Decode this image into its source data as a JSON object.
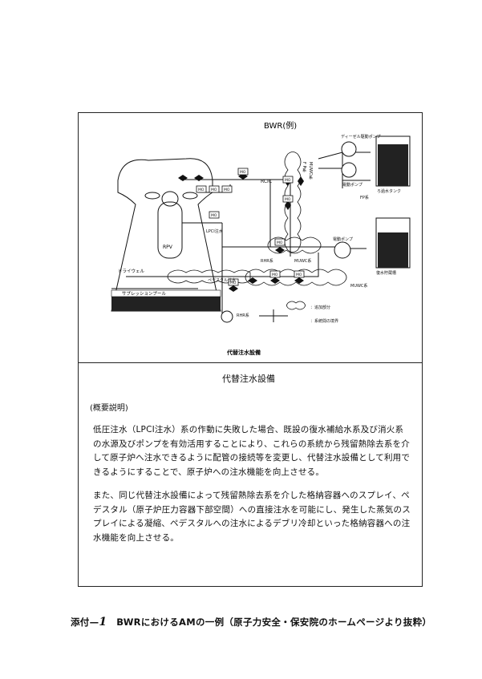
{
  "diagram": {
    "title": "BWR(例)",
    "caption": "代替注水設備",
    "labels": {
      "diesel_pump": "ディーゼル駆動ポンプ",
      "electric_pump_upper": "電動ポンプ",
      "filtered_water_tank": "ろ過水タンク",
      "fp_system": "FP系",
      "rcic": "RCIC",
      "fpc": "F P系",
      "muwc_vertical": "MUWC系",
      "lpci": "LPCI注水",
      "rpv": "RPV",
      "drywell": "ドライウェル",
      "pedestal_injection": "ペデスタル注水",
      "suppression_pool": "サプレッションプール",
      "rhr": "RHR系",
      "rhr_lower": "RHR系",
      "muwc": "MUWC系",
      "muwc_lower": "MUWC系",
      "electric_pump_lower": "電動ポンプ",
      "condensate_tank": "復水貯蔵槽",
      "mo": "MO",
      "legend_addition": "：追加部分",
      "legend_boundary": "：系統間の境界"
    }
  },
  "section_title": "代替注水設備",
  "overview_label": "(概要説明)",
  "paragraph1": "低圧注水（LPCI注水）系の作動に失敗した場合、既設の復水補給水系及び消火系の水源及びポンプを有効活用することにより、これらの系統から残留熱除去系を介して原子炉へ注水できるように配管の接続等を変更し、代替注水設備として利用できるようにすることで、原子炉への注水機能を向上させる。",
  "paragraph2": "また、同じ代替注水設備によって残留熱除去系を介した格納容器へのスプレイ、ペデスタル（原子炉圧力容器下部空間）への直接注水を可能にし、発生した蒸気のスプレイによる凝縮、ペデスタルへの注水によるデブリ冷却といった格納容器への注水機能を向上させる。",
  "footer": {
    "prefix": "添付—",
    "number": "1",
    "text": "　BWRにおけるAMの一例（原子力安全・保安院のホームページより抜粋）"
  }
}
